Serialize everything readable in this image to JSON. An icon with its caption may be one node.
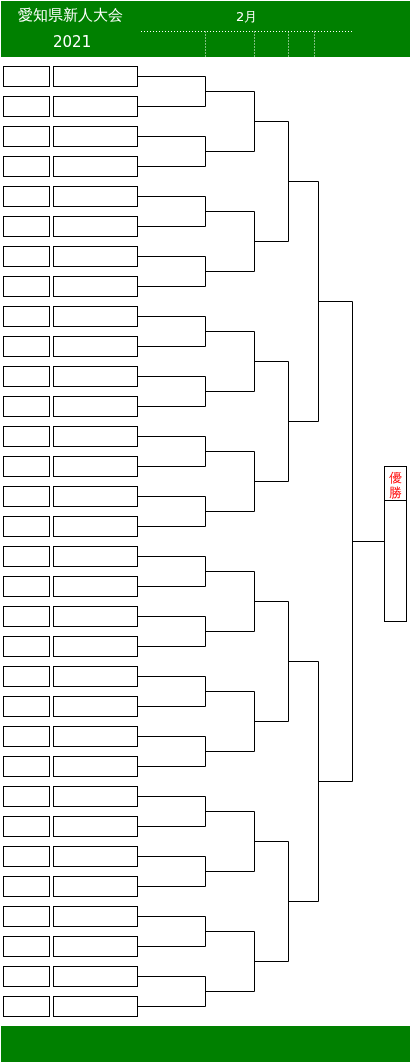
{
  "diagram": {
    "title": "愛知県新人大会",
    "nodes": [
      {
        "text": [],
        "shape": "box"
      },
      {
        "text": [],
        "shape": "box"
      },
      {
        "text": [],
        "shape": "box"
      },
      {
        "text": [],
        "shape": "box"
      },
      {
        "text": [],
        "shape": "box"
      },
      {
        "text": [],
        "shape": "box"
      },
      {
        "text": [],
        "shape": "box"
      },
      {
        "text": [],
        "shape": "box"
      },
      {
        "text": [],
        "shape": "box"
      },
      {
        "text": [],
        "shape": "box"
      },
      {
        "text": [],
        "shape": "box"
      },
      {
        "text": [],
        "shape": "box"
      },
      {
        "text": [],
        "shape": "box"
      },
      {
        "text": [],
        "shape": "box"
      },
      {
        "text": [],
        "shape": "box"
      },
      {
        "text": [],
        "shape": "box"
      },
      {
        "text": [],
        "shape": "box"
      },
      {
        "text": [],
        "shape": "box"
      },
      {
        "text": [],
        "shape": "box"
      },
      {
        "text": [],
        "shape": "box"
      },
      {
        "text": [],
        "shape": "box"
      },
      {
        "text": [],
        "shape": "box"
      },
      {
        "text": [],
        "shape": "box"
      },
      {
        "text": [],
        "shape": "box"
      },
      {
        "text": [],
        "shape": "box"
      },
      {
        "text": [],
        "shape": "box"
      },
      {
        "text": [],
        "shape": "box"
      },
      {
        "text": [],
        "shape": "box"
      },
      {
        "text": [],
        "shape": "box"
      },
      {
        "text": [],
        "shape": "box"
      },
      {
        "text": [],
        "shape": "box"
      },
      {
        "text": [],
        "shape": "box"
      },
      {
        "text": [],
        "shape": "box"
      },
      {
        "text": [],
        "shape": "box"
      },
      {
        "text": [],
        "shape": "box"
      },
      {
        "text": [],
        "shape": "box"
      },
      {
        "text": [],
        "shape": "box"
      },
      {
        "text": [],
        "shape": "box"
      },
      {
        "text": [],
        "shape": "box"
      },
      {
        "text": [],
        "shape": "box"
      },
      {
        "text": [],
        "shape": "box"
      },
      {
        "text": [],
        "shape": "box"
      },
      {
        "text": [],
        "shape": "box"
      },
      {
        "text": [],
        "shape": "box"
      },
      {
        "text": [],
        "shape": "box"
      },
      {
        "text": [],
        "shape": "box"
      },
      {
        "text": [],
        "shape": "box"
      },
      {
        "text": [],
        "shape": "box"
      },
      {
        "text": [],
        "shape": "box"
      },
      {
        "text": [],
        "shape": "box"
      },
      {
        "text": [],
        "shape": "box"
      },
      {
        "text": [],
        "shape": "box"
      },
      {
        "text": [],
        "shape": "box"
      },
      {
        "text": [],
        "shape": "box"
      },
      {
        "text": [],
        "shape": "box"
      },
      {
        "text": [],
        "shape": "box"
      },
      {
        "text": [],
        "shape": "box"
      },
      {
        "text": [],
        "shape": "box"
      },
      {
        "text": [],
        "shape": "box"
      },
      {
        "text": [],
        "shape": "box"
      },
      {
        "text": [],
        "shape": "box"
      },
      {
        "text": [],
        "shape": "box"
      },
      {
        "text": [],
        "shape": "box"
      },
      {
        "text": [],
        "shape": "box"
      },
      {
        "text": [
          "優勝"
        ]
      }
    ],
    "edges": [
      {
        "from": 1,
        "to": 64,
        "arrow": "none"
      },
      {
        "from": 3,
        "to": 64,
        "arrow": "none"
      },
      {
        "from": 5,
        "to": 64,
        "arrow": "none"
      },
      {
        "from": 7,
        "to": 64,
        "arrow": "none"
      },
      {
        "from": 9,
        "to": 64,
        "arrow": "none"
      },
      {
        "from": 11,
        "to": 64,
        "arrow": "none"
      },
      {
        "from": 13,
        "to": 64,
        "arrow": "none"
      },
      {
        "from": 15,
        "to": 64,
        "arrow": "none"
      },
      {
        "from": 17,
        "to": 64,
        "arrow": "none"
      },
      {
        "from": 19,
        "to": 64,
        "arrow": "none"
      },
      {
        "from": 21,
        "to": 64,
        "arrow": "none"
      },
      {
        "from": 23,
        "to": 64,
        "arrow": "none"
      },
      {
        "from": 25,
        "to": 64,
        "arrow": "none"
      },
      {
        "from": 27,
        "to": 64,
        "arrow": "none"
      },
      {
        "from": 29,
        "to": 64,
        "arrow": "none"
      },
      {
        "from": 31,
        "to": 64,
        "arrow": "none"
      },
      {
        "from": 33,
        "to": 64,
        "arrow": "none"
      },
      {
        "from": 35,
        "to": 64,
        "arrow": "none"
      },
      {
        "from": 37,
        "to": 64,
        "arrow": "none"
      },
      {
        "from": 39,
        "to": 64,
        "arrow": "none"
      },
      {
        "from": 41,
        "to": 64,
        "arrow": "none"
      },
      {
        "from": 43,
        "to": 64,
        "arrow": "none"
      },
      {
        "from": 45,
        "to": 64,
        "arrow": "none"
      },
      {
        "from": 47,
        "to": 64,
        "arrow": "none"
      },
      {
        "from": 49,
        "to": 64,
        "arrow": "none"
      },
      {
        "from": 51,
        "to": 64,
        "arrow": "none"
      },
      {
        "from": 53,
        "to": 64,
        "arrow": "none"
      },
      {
        "from": 55,
        "to": 64,
        "arrow": "none"
      },
      {
        "from": 57,
        "to": 64,
        "arrow": "none"
      },
      {
        "from": 59,
        "to": 64,
        "arrow": "none"
      },
      {
        "from": 61,
        "to": 64,
        "arrow": "none"
      },
      {
        "from": 63,
        "to": 64,
        "arrow": "none"
      }
    ],
    "labels": [
      "2月",
      "2021"
    ]
  }
}
